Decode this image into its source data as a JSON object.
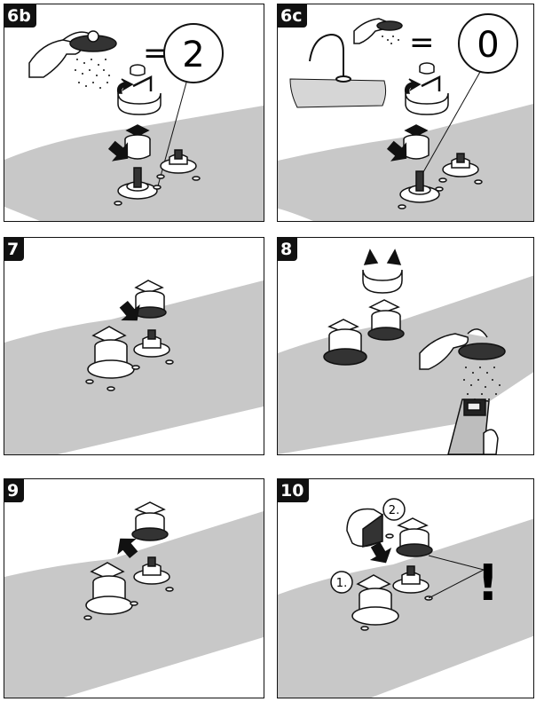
{
  "steps": [
    {
      "label": "6b",
      "callout": "2"
    },
    {
      "label": "6c",
      "callout": "0"
    },
    {
      "label": "7"
    },
    {
      "label": "8"
    },
    {
      "label": "9"
    },
    {
      "label": "10",
      "order_first": "1.",
      "order_second": "2."
    }
  ],
  "equals_sign": "=",
  "warning_mark": "!"
}
